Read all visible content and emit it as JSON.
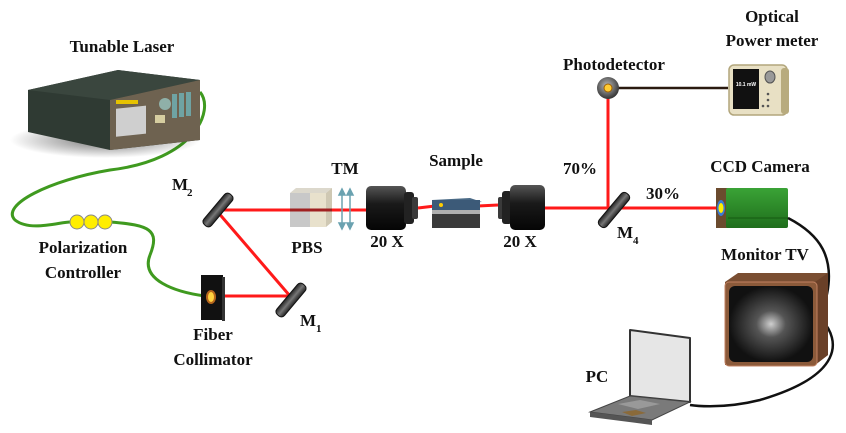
{
  "title": "Experimental setup: tunable laser waveguide transmission measurement",
  "colors": {
    "beam": "#ff1a1a",
    "fiber": "#3f9a1f",
    "cable": "#111111",
    "camera": "#2e8b2a",
    "tv_case": "#7a4e32",
    "pc_knob": "#ffee00"
  },
  "labels": {
    "tunable_laser": "Tunable Laser",
    "polarization_line1": "Polarization",
    "polarization_line2": "Controller",
    "fiber_line1": "Fiber",
    "fiber_line2": "Collimator",
    "m1": "M",
    "m1_sub": "1",
    "m2": "M",
    "m2_sub": "2",
    "m4": "M",
    "m4_sub": "4",
    "pbs": "PBS",
    "tm": "TM",
    "sample": "Sample",
    "objective_left": "20 X",
    "objective_right": "20 X",
    "split_70": "70%",
    "split_30": "30%",
    "photodetector": "Photodetector",
    "power_meter_line1": "Optical",
    "power_meter_line2": "Power meter",
    "ccd_camera": "CCD Camera",
    "monitor_tv": "Monitor TV",
    "pc": "PC"
  },
  "power_meter": {
    "display": "10.1 mW"
  },
  "icons": {
    "laser": "tunable-laser-icon",
    "pol_controller": "polarization-controller-icon",
    "collimator": "fiber-collimator-icon",
    "mirror": "mirror-icon",
    "pbs": "beam-splitter-cube-icon",
    "objective": "objective-lens-icon",
    "sample": "waveguide-sample-icon",
    "photodetector": "photodetector-icon",
    "power_meter": "power-meter-icon",
    "camera": "ccd-camera-icon",
    "tv": "monitor-tv-icon",
    "laptop": "laptop-icon"
  }
}
